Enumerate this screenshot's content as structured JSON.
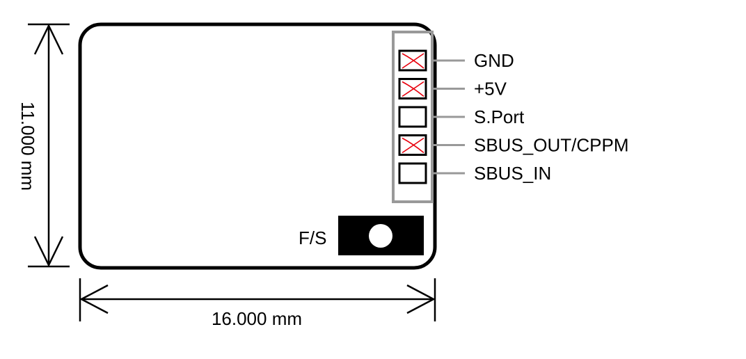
{
  "dimensions": {
    "height_label": "11.000 mm",
    "width_label": "16.000 mm"
  },
  "pins": [
    {
      "label": "GND",
      "crossed": true
    },
    {
      "label": "+5V",
      "crossed": true
    },
    {
      "label": "S.Port",
      "crossed": false
    },
    {
      "label": "SBUS_OUT/CPPM",
      "crossed": true
    },
    {
      "label": "SBUS_IN",
      "crossed": false
    }
  ],
  "button": {
    "label": "F/S"
  },
  "colors": {
    "outline": "#000000",
    "leader": "#999999",
    "cross": "#e8000d"
  }
}
